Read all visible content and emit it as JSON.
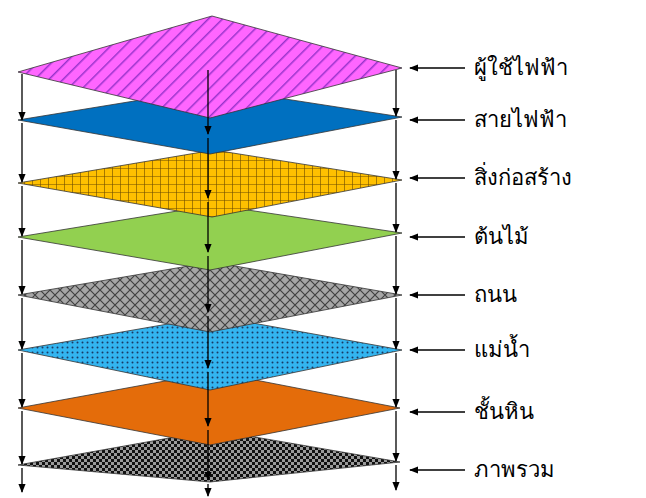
{
  "diagram": {
    "labels": [
      "ผู้ใช้ไฟฟ้า",
      "สายไฟฟ้า",
      "สิ่งก่อสร้าง",
      "ต้นไม้",
      "ถนน",
      "แม่น้ำ",
      "ชั้นหิน",
      "ภาพรวม"
    ]
  }
}
